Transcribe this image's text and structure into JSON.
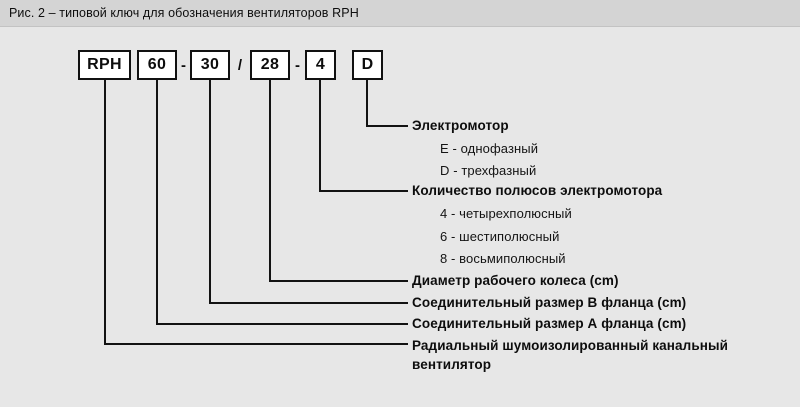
{
  "figure": {
    "title": "Рис. 2 – типовой ключ для обозначения вентиляторов RPH",
    "colors": {
      "background": "#e7e7e7",
      "title_bar": "#d4d4d4",
      "line": "#131313",
      "box_fill": "#ffffff",
      "text": "#0d0d0d"
    }
  },
  "code": {
    "segments": [
      {
        "label": "RPH",
        "type": "box"
      },
      {
        "label": "60",
        "type": "box"
      },
      {
        "label": "-",
        "type": "separator"
      },
      {
        "label": "30",
        "type": "box"
      },
      {
        "label": "/",
        "type": "separator"
      },
      {
        "label": "28",
        "type": "box"
      },
      {
        "label": "-",
        "type": "separator"
      },
      {
        "label": "4",
        "type": "box"
      },
      {
        "label": "D",
        "type": "box"
      }
    ]
  },
  "legend": {
    "motor": {
      "heading": "Электромотор",
      "options": [
        "E - однофазный",
        "D - трехфазный"
      ]
    },
    "poles": {
      "heading": "Количество полюсов электромотора",
      "options": [
        "4 - четырехполюсный",
        "6 - шестиполюсный",
        "8 - восьмиполюсный"
      ]
    },
    "impeller_diameter": "Диаметр рабочего колеса (cm)",
    "flange_b": "Соединительный размер В фланца (cm)",
    "flange_a": "Соединительный размер А фланца (cm)",
    "product": "Радиальный шумоизолированный канальный вентилятор"
  }
}
